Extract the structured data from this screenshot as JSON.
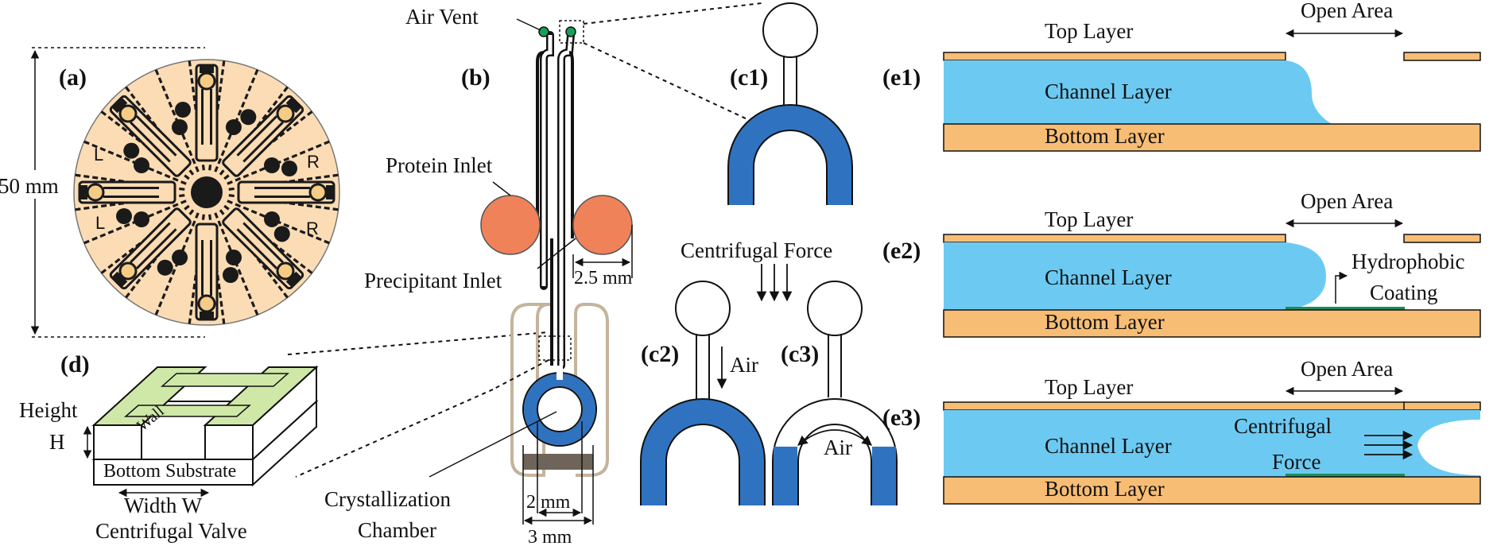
{
  "panels": {
    "a": "(a)",
    "b": "(b)",
    "c1": "(c1)",
    "c2": "(c2)",
    "c3": "(c3)",
    "d": "(d)",
    "e1": "(e1)",
    "e2": "(e2)",
    "e3": "(e3)"
  },
  "disk": {
    "diameter_label": "50 mm",
    "left_marks": [
      "L",
      "L"
    ],
    "right_marks": [
      "R",
      "R"
    ],
    "colors": {
      "disk": "#fbdcb4",
      "chamber": "#f6cb85",
      "black": "#1a1a1a"
    }
  },
  "unit_b": {
    "air_vent": "Air Vent",
    "protein_inlet": "Protein Inlet",
    "precipitant_inlet": "Precipitant Inlet",
    "inlet_size": "2.5 mm",
    "chamber_label_line1": "Crystallization",
    "chamber_label_line2": "Chamber",
    "dim_inner": "2 mm",
    "dim_outer": "3 mm",
    "colors": {
      "inlet": "#f0825a",
      "chamber": "#2f73c0",
      "vent": "#18a05a",
      "outline": "#c4b49c",
      "block": "#6e645a"
    }
  },
  "valve_c": {
    "centrifugal_force": "Centrifugal Force",
    "air_c2": "Air",
    "air_c3": "Air",
    "colors": {
      "liquid": "#2f73c0"
    }
  },
  "valve_d": {
    "height_line1": "Height",
    "height_line2": "H",
    "wall": "Wall",
    "bottom_substrate": "Bottom Substrate",
    "width": "Width W",
    "caption": "Centrifugal Valve",
    "colors": {
      "wall_top": "#cfe8a8",
      "wall_side": "#ffffff"
    }
  },
  "layers_e": {
    "top_layer": "Top Layer",
    "open_area": "Open Area",
    "channel_layer": "Channel Layer",
    "bottom_layer": "Bottom Layer",
    "hydrophobic_line1": "Hydrophobic",
    "hydrophobic_line2": "Coating",
    "centrifugal_line1": "Centrifugal",
    "centrifugal_line2": "Force",
    "colors": {
      "layer": "#f8bd75",
      "channel": "#6ccaf2",
      "coating": "#1f8c5a"
    }
  }
}
